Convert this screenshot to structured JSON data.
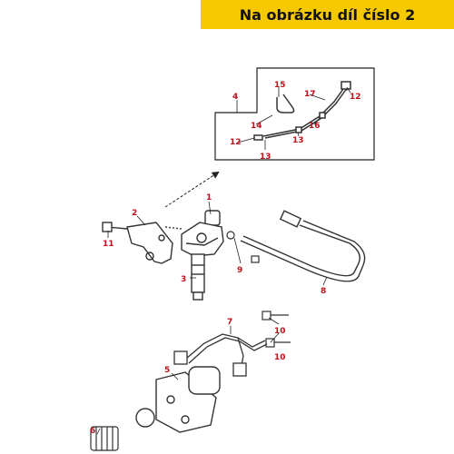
{
  "banner": {
    "text": "Na obrázku díl číslo 2"
  },
  "colors": {
    "banner_bg": "#f5c800",
    "callout": "#c0101a",
    "line": "#222222",
    "part": "#333333"
  },
  "callouts": {
    "c1": "1",
    "c2": "2",
    "c3": "3",
    "c4": "4",
    "c5": "5",
    "c6": "6",
    "c7": "7",
    "c8": "8",
    "c9": "9",
    "c10a": "10",
    "c10b": "10",
    "c11": "11",
    "c12a": "12",
    "c12b": "12",
    "c13a": "13",
    "c13b": "13",
    "c14": "14",
    "c15": "15",
    "c16": "16",
    "c17": "17"
  }
}
